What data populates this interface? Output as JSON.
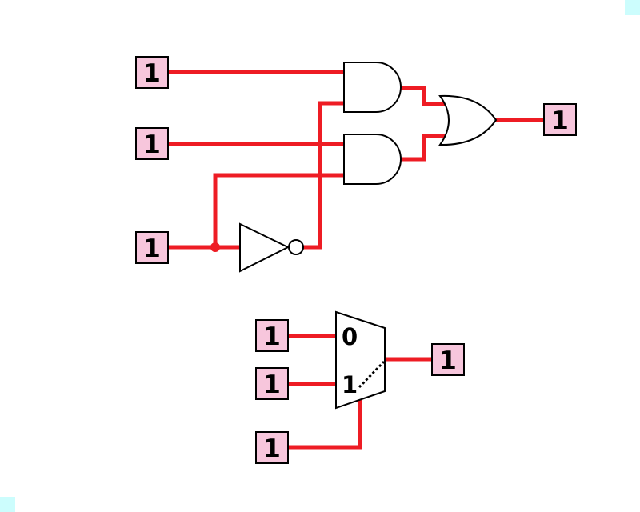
{
  "colors": {
    "wire": "#ee1c24",
    "pin_fill": "#f7c6dc",
    "gate_stroke": "#000000",
    "corner_mark": "#ccfdfd"
  },
  "pins": {
    "and_input_a": "1",
    "and_input_b": "1",
    "select_input": "1",
    "or_output": "1",
    "mux_input_0": "1",
    "mux_input_1": "1",
    "mux_select": "1",
    "mux_output": "1"
  },
  "mux": {
    "label_0": "0",
    "label_1": "1"
  }
}
